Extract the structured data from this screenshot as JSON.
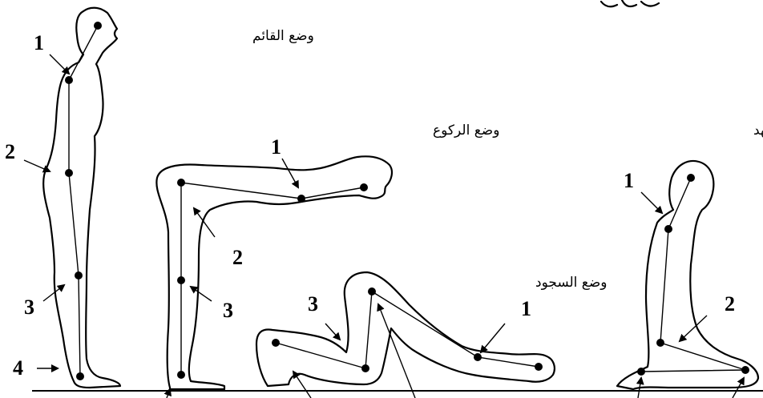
{
  "postures": {
    "standing": {
      "title": "وضع القائم",
      "labels": [
        "1",
        "2",
        "3",
        "4"
      ]
    },
    "bowing": {
      "title": "وضع الركوع",
      "labels": [
        "1",
        "2",
        "3"
      ]
    },
    "prostration": {
      "title": "وضع السجود",
      "labels": [
        "3",
        "1"
      ]
    },
    "sitting": {
      "title": "وضع جلوس التشهد",
      "labels": [
        "1",
        "2"
      ]
    }
  },
  "colors": {
    "line": "#000000",
    "background": "#ffffff"
  }
}
